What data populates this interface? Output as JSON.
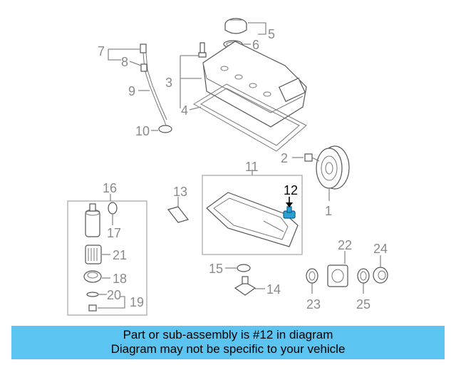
{
  "callouts": {
    "c1": "1",
    "c2": "2",
    "c3": "3",
    "c4": "4",
    "c5": "5",
    "c6": "6",
    "c7": "7",
    "c8": "8",
    "c9": "9",
    "c10": "10",
    "c11": "11",
    "c12": "12",
    "c13": "13",
    "c14": "14",
    "c15": "15",
    "c16": "16",
    "c17": "17",
    "c18": "18",
    "c19": "19",
    "c20": "20",
    "c21": "21",
    "c22": "22",
    "c23": "23",
    "c24": "24",
    "c25": "25"
  },
  "highlight_part": "12",
  "colors": {
    "highlight": "#2a9fd6",
    "banner": "#5bc4f1"
  },
  "banner": {
    "line1": "Part or sub-assembly is #12 in diagram",
    "line2": "Diagram may not be specific to your vehicle"
  }
}
